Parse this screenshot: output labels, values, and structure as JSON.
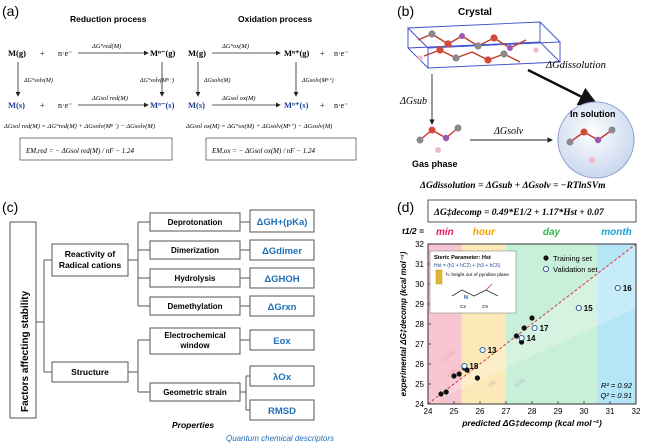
{
  "panel_labels": {
    "a": "(a)",
    "b": "(b)",
    "c": "(c)",
    "d": "(d)"
  },
  "panel_a": {
    "reduction": {
      "title": "Reduction process",
      "m_gas": "M(g)",
      "plus1": "+",
      "ne1": "n·e⁻",
      "arrow_top": "ΔG°red(M)",
      "m_neg_gas": "Mⁿ⁻(g)",
      "arrow_left": "ΔG°solv(M)",
      "arrow_right": "ΔG°solv(Mⁿ⁻)",
      "m_sol": "M(s)",
      "plus2": "+",
      "ne2": "n·e⁻",
      "arrow_bottom": "ΔGsol red(M)",
      "m_neg_sol": "Mⁿ⁻(s)",
      "eq1": "ΔGsol red(M) = ΔG°red(M) + ΔGsolv(Mⁿ⁻) − ΔGsolv(M)",
      "eq2": "EM,red = − ΔGsol red(M) / nF − 1.24"
    },
    "oxidation": {
      "title": "Oxidation process",
      "m_gas": "M(g)",
      "arrow_top": "ΔG°ox(M)",
      "m_pos_gas": "Mⁿ⁺(g)",
      "plus1": "+",
      "ne1": "n·e⁻",
      "arrow_left": "ΔGsolv(M)",
      "arrow_right": "ΔGsolv(Mⁿ⁺)",
      "m_sol": "M(s)",
      "arrow_bottom": "ΔGsol ox(M)",
      "m_pos_sol": "Mⁿ⁺(s)",
      "plus2": "+",
      "ne2": "n·e⁻",
      "eq1": "ΔGsol ox(M) = ΔG°ox(M) + ΔGsolv(Mⁿ⁺) − ΔGsolv(M)",
      "eq2": "EM,ox = − ΔGsol ox(M) / nF − 1.24"
    }
  },
  "panel_b": {
    "crystal": "Crystal",
    "dg_sub": "ΔGsub",
    "dg_dissolution": "ΔGdissolution",
    "in_solution": "In solution",
    "dg_solv": "ΔGsolv",
    "gas_phase": "Gas phase",
    "equation": "ΔGdissolution = ΔGsub + ΔGsolv = −RTlnSVm"
  },
  "panel_c": {
    "root": "Factors affecting stability",
    "groups": [
      {
        "label": "Reactivity of Radical cations"
      },
      {
        "label": "Structure"
      }
    ],
    "properties": [
      {
        "label": "Deprotonation",
        "descriptor": "ΔGH+(pKa)"
      },
      {
        "label": "Dimerization",
        "descriptor": "ΔGdimer"
      },
      {
        "label": "Hydrolysis",
        "descriptor": "ΔGHOH"
      },
      {
        "label": "Demethylation",
        "descriptor": "ΔGrxn"
      },
      {
        "label": "Electrochemical window",
        "descriptor": "Eox"
      },
      {
        "label": "Geometric strain",
        "descriptor": "λOx"
      },
      {
        "label": "",
        "descriptor": "RMSD"
      }
    ],
    "footer_properties": "Properties",
    "footer_descriptors": "Quantum chemical descriptors"
  },
  "panel_d": {
    "equation": "ΔG‡decomp = 0.49*E1/2 + 1.17*Hst + 0.07",
    "t_half": "t1/2 =",
    "bands": [
      {
        "label": "min",
        "color": "#e8176b",
        "fill": "#f8c6d0",
        "from": 24,
        "to": 25.3
      },
      {
        "label": "hour",
        "color": "#f2a300",
        "fill": "#fde9b8",
        "from": 25.3,
        "to": 27
      },
      {
        "label": "day",
        "color": "#37b24d",
        "fill": "#c8efd9",
        "from": 27,
        "to": 30.5
      },
      {
        "label": "month",
        "color": "#1aa3d9",
        "fill": "#b5e6f7",
        "from": 30.5,
        "to": 32
      }
    ],
    "legend": {
      "training": "Training set",
      "validation": "Validation set"
    },
    "inset": {
      "title": "Steric Parameter: Hst",
      "formula": "Hst = (h1 + hC2) + (h3 + hC5)",
      "note": "h: height out of pyridine plane",
      "n_label": "N",
      "c2": "C2",
      "c5": "C5"
    },
    "pct_labels": [
      "±10%",
      "±5%",
      "5%",
      "10%"
    ],
    "stats": {
      "r2": "R² = 0.92",
      "q2": "Q² = 0.91"
    }
  },
  "chart_data": {
    "type": "scatter",
    "title": "ΔG‡decomp = 0.49*E1/2 + 1.17*Hst + 0.07",
    "xlabel": "predicted ΔG‡decomp (kcal mol⁻¹)",
    "ylabel": "experimental ΔG‡decomp (kcal mol⁻¹)",
    "xlim": [
      24,
      32
    ],
    "ylim": [
      24,
      32
    ],
    "xticks": [
      24,
      25,
      26,
      27,
      28,
      29,
      30,
      31,
      32
    ],
    "yticks": [
      24,
      25,
      26,
      27,
      28,
      29,
      30,
      31,
      32
    ],
    "grid": false,
    "series": [
      {
        "name": "Training set",
        "marker": "filled",
        "color": "#111111",
        "x": [
          24.5,
          24.7,
          25.0,
          25.2,
          25.4,
          25.5,
          25.9,
          27.4,
          27.6,
          27.7,
          28.0
        ],
        "y": [
          24.5,
          24.6,
          25.4,
          25.5,
          25.8,
          25.7,
          25.3,
          27.4,
          27.1,
          27.8,
          28.3
        ]
      },
      {
        "name": "Validation set",
        "marker": "open",
        "color": "#1f4fa0",
        "x": [
          25.4,
          26.1,
          27.6,
          28.1,
          29.8,
          31.3
        ],
        "y": [
          25.9,
          26.7,
          27.3,
          27.8,
          28.8,
          29.8
        ],
        "labels": [
          "18",
          "13",
          "14",
          "17",
          "15",
          "16"
        ]
      }
    ],
    "reference_line": "y = x"
  }
}
